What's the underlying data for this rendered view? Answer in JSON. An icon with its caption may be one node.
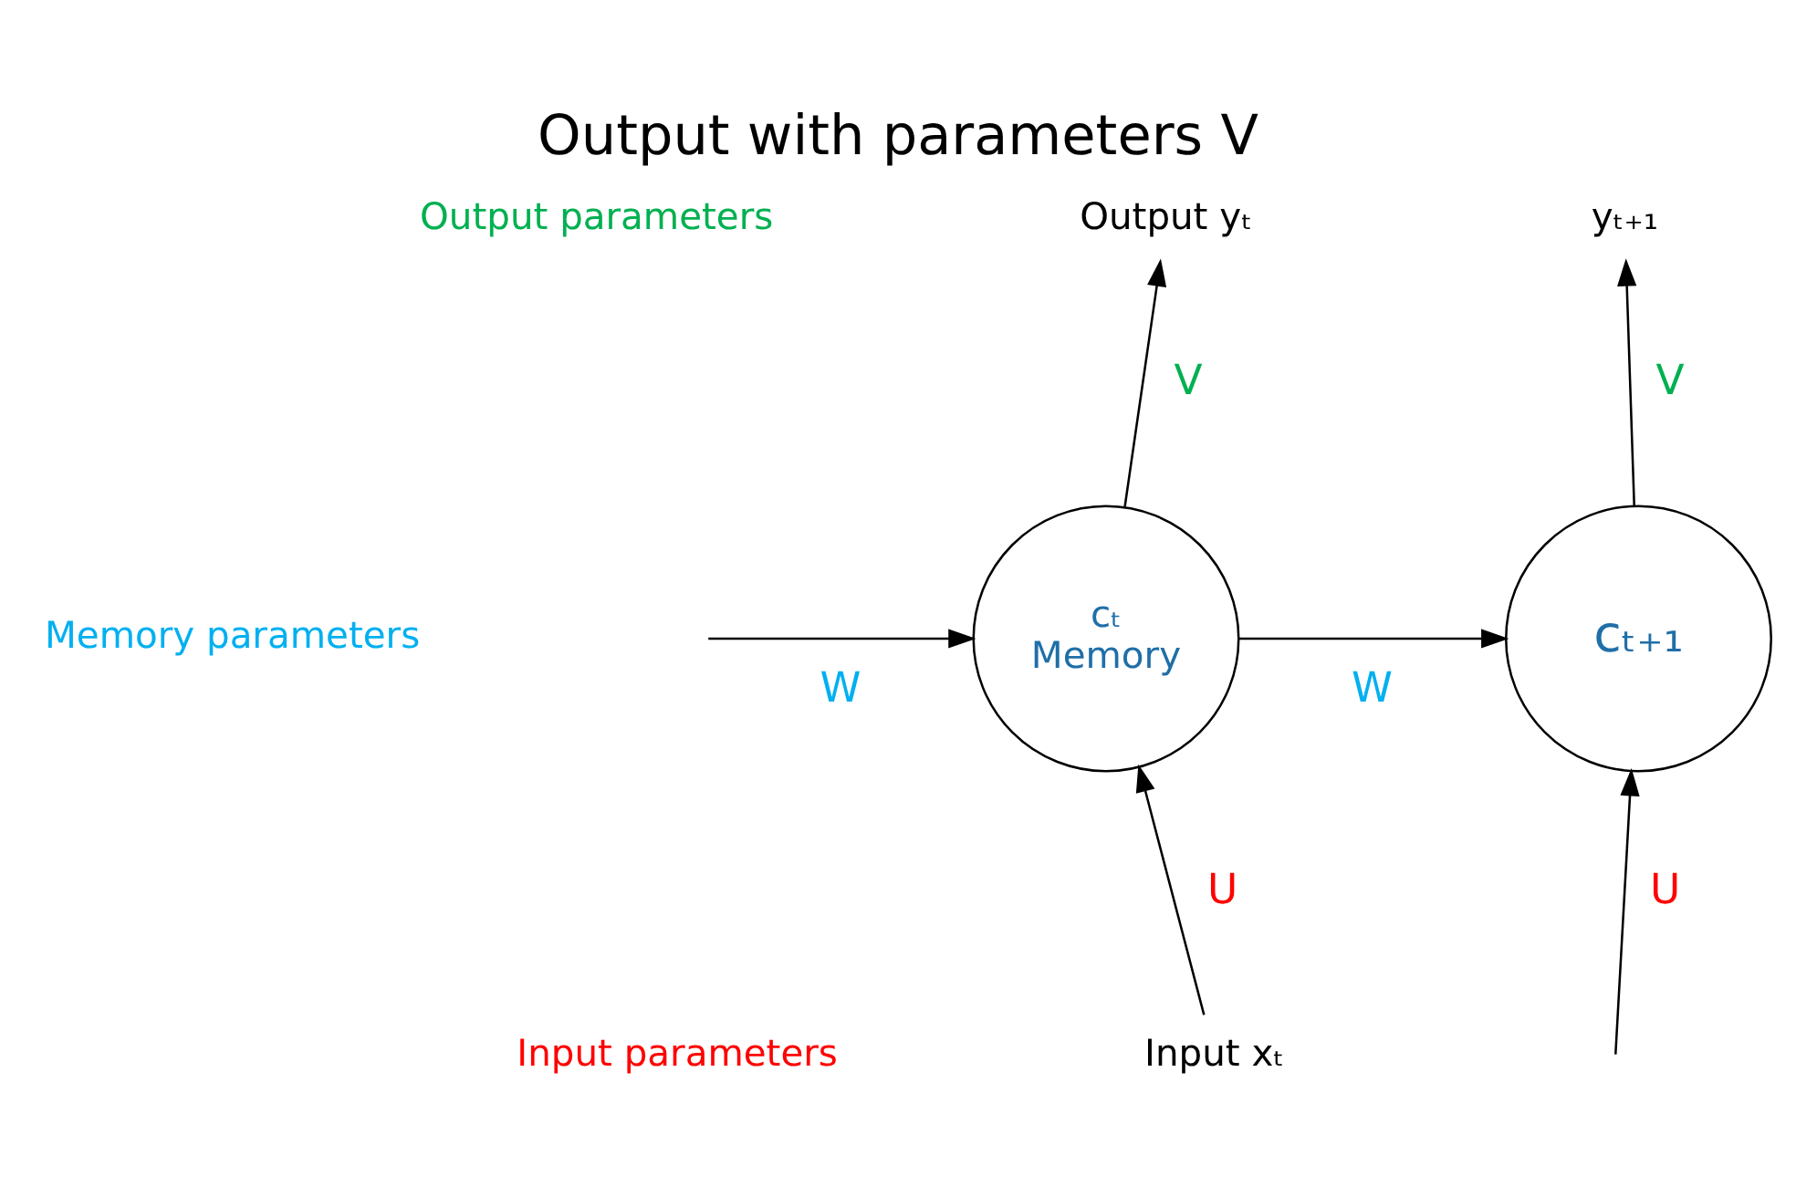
{
  "diagram": {
    "title": "Output with parameters V",
    "nodes": [
      {
        "text": [
          "cₜ",
          "Memory"
        ]
      },
      {
        "text": [
          "cₜ₊₁"
        ]
      },
      {
        "text": [
          "Output yₜ"
        ]
      },
      {
        "text": [
          "yₜ₊₁"
        ]
      },
      {
        "text": [
          "Input xₜ"
        ]
      }
    ],
    "edges": [
      {
        "from": null,
        "to": 0,
        "arrow": "to",
        "label": "W"
      },
      {
        "from": 0,
        "to": 1,
        "arrow": "to",
        "label": "W"
      },
      {
        "from": 0,
        "to": 2,
        "arrow": "to",
        "label": "V"
      },
      {
        "from": 1,
        "to": 3,
        "arrow": "to",
        "label": "V"
      },
      {
        "from": 4,
        "to": 0,
        "arrow": "to",
        "label": "U"
      },
      {
        "from": null,
        "to": 1,
        "arrow": "to",
        "label": "U"
      }
    ],
    "labels": [
      "Output parameters",
      "Memory parameters",
      "Input parameters"
    ]
  }
}
